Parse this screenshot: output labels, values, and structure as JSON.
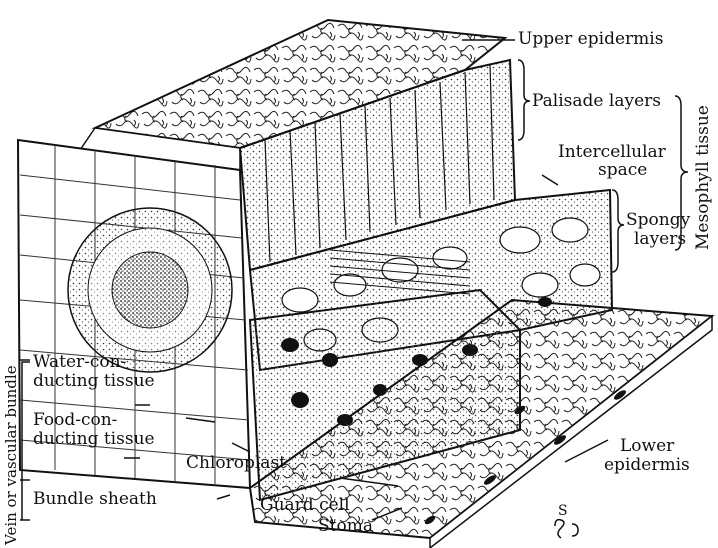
{
  "labels": {
    "upper_epidermis": "Upper epidermis",
    "palisade_layers": "Palisade layers",
    "intercellular_1": "Intercellular",
    "intercellular_2": "space",
    "spongy": "Spongy",
    "layers": "layers",
    "mesophyll_tissue": "Mesophyll tissue",
    "lower_1": "Lower",
    "lower_2": "epidermis",
    "water_1": "Water-con-",
    "water_2": "ducting tissue",
    "food_1": "Food-con-",
    "food_2": "ducting tissue",
    "chloroplast": "Chloroplast",
    "bundle_sheath": "Bundle sheath",
    "guard_cell": "Guard cell",
    "stoma": "Stoma",
    "vein": "Vein or vascular bundle",
    "stoma_letter": "S"
  },
  "colors": {
    "ink": "#111111",
    "paper": "#ffffff",
    "stipple": "#444444"
  }
}
